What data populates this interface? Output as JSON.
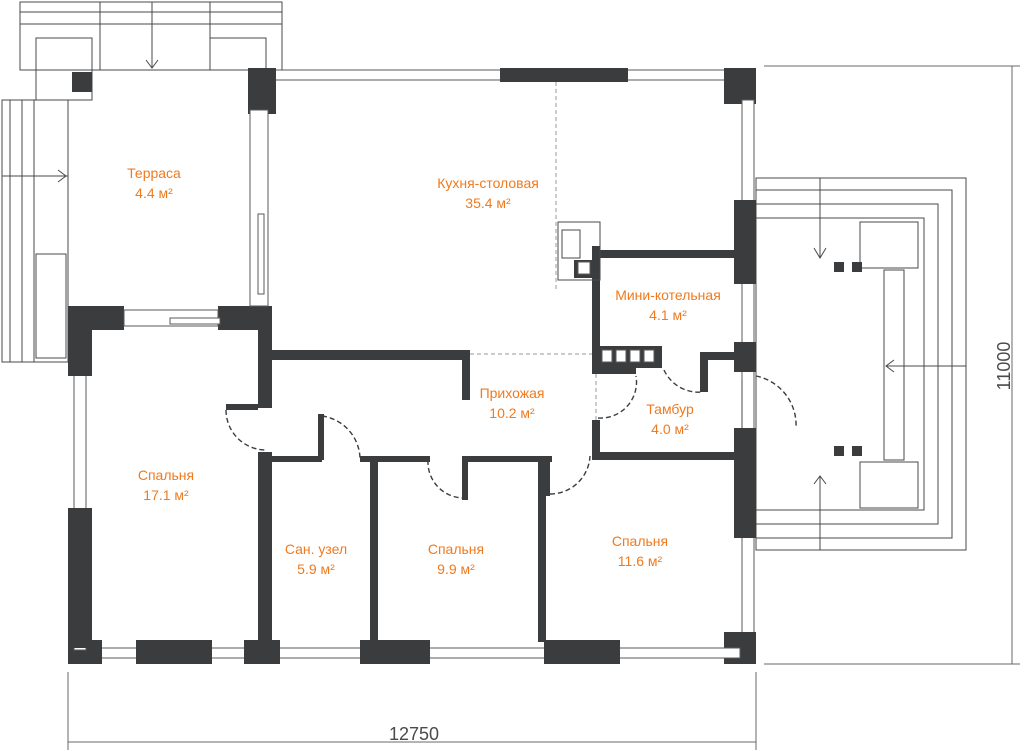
{
  "rooms": [
    {
      "id": "terrace",
      "name": "Терраса",
      "area": "4.4 м²"
    },
    {
      "id": "kitchen",
      "name": "Кухня-столовая",
      "area": "35.4 м²"
    },
    {
      "id": "boiler",
      "name": "Мини-котельная",
      "area": "4.1 м²"
    },
    {
      "id": "hall",
      "name": "Прихожая",
      "area": "10.2 м²"
    },
    {
      "id": "vestibule",
      "name": "Тамбур",
      "area": "4.0 м²"
    },
    {
      "id": "bedroom1",
      "name": "Спальня",
      "area": "17.1 м²"
    },
    {
      "id": "bathroom",
      "name": "Сан. узел",
      "area": "5.9 м²"
    },
    {
      "id": "bedroom2",
      "name": "Спальня",
      "area": "9.9 м²"
    },
    {
      "id": "bedroom3",
      "name": "Спальня",
      "area": "11.6 м²"
    }
  ],
  "dimensions": {
    "width": "12750",
    "height": "11000"
  },
  "colors": {
    "wall": "#3a3c3e",
    "label": "#f07a1e",
    "line": "#4a4a4a"
  }
}
